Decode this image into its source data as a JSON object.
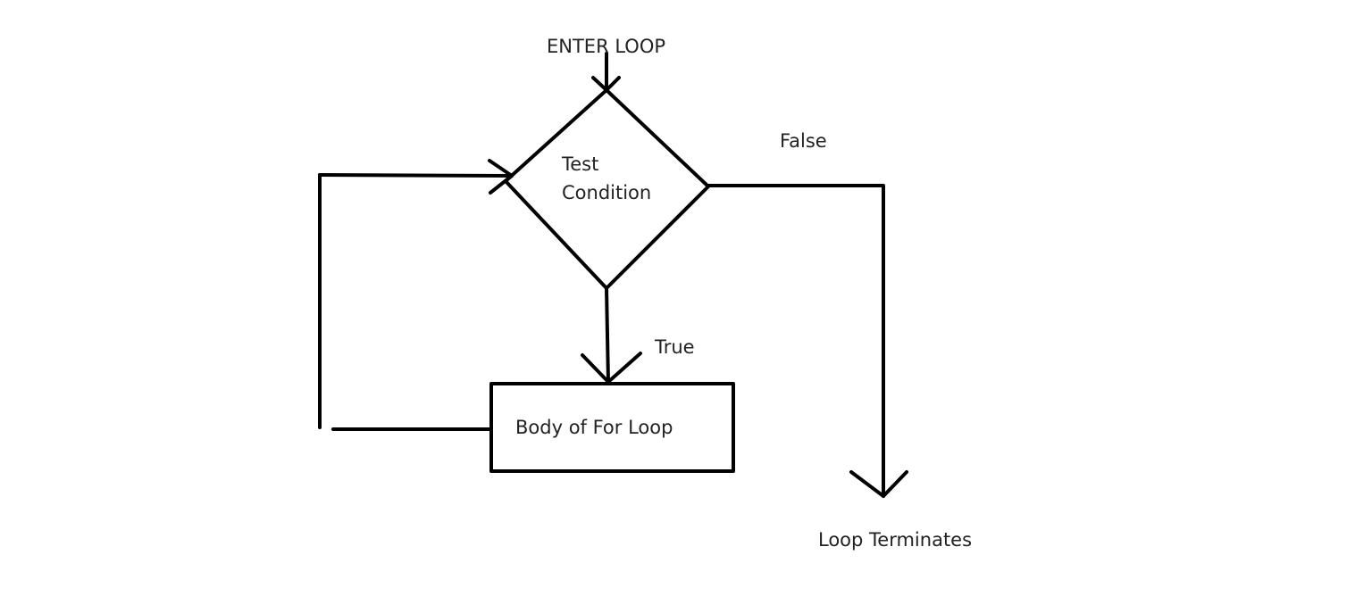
{
  "labels": {
    "enter": "ENTER LOOP",
    "condition_line1": "Test",
    "condition_line2": "Condition",
    "false_branch": "False",
    "true_branch": "True",
    "body": "Body of For Loop",
    "exit": "Loop Terminates"
  }
}
